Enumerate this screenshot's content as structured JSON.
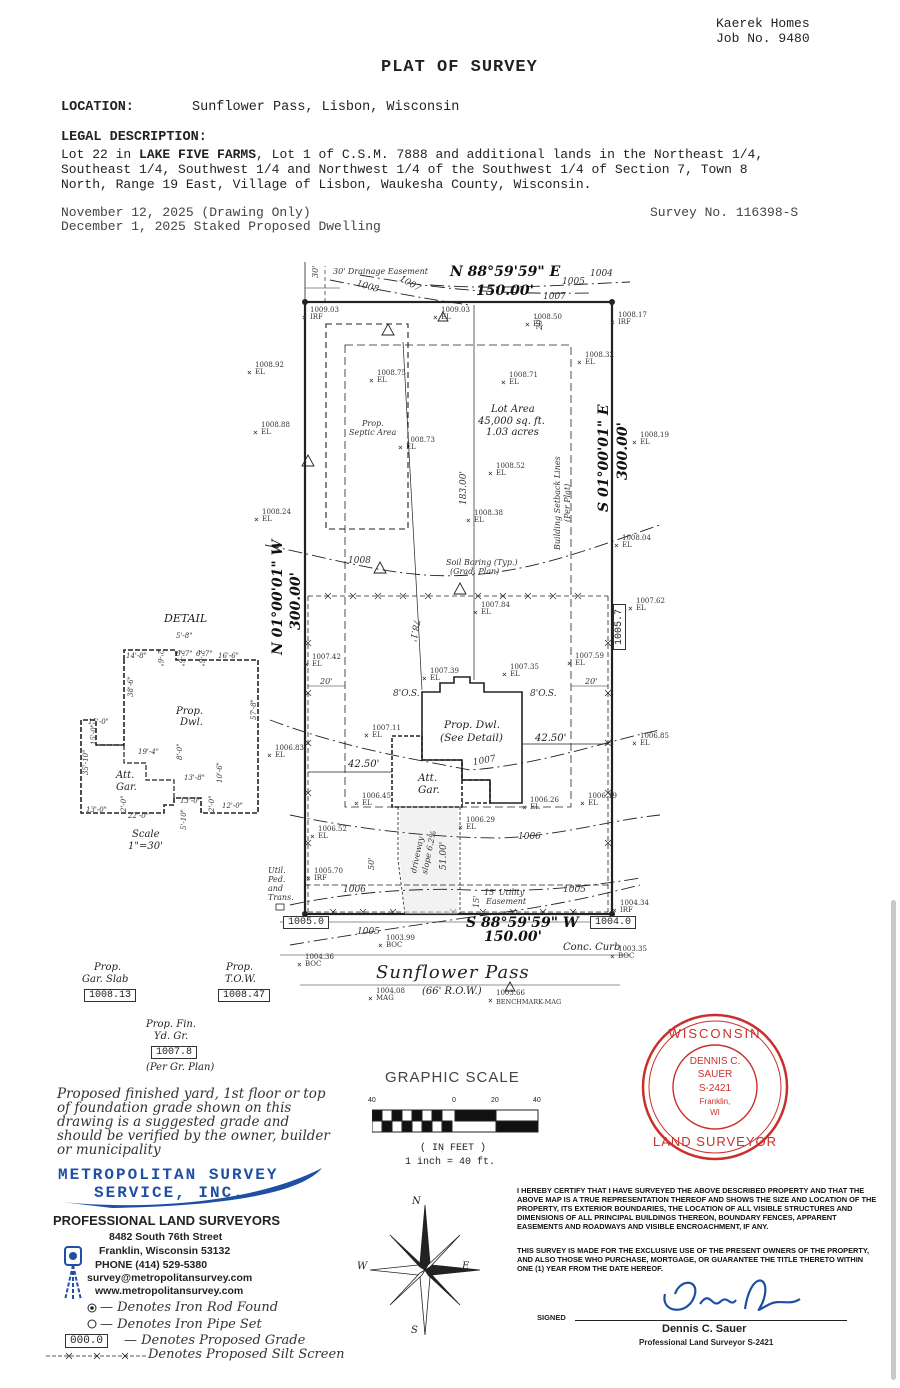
{
  "header": {
    "client": "Kaerek Homes",
    "job": "Job No. 9480",
    "title": "PLAT OF SURVEY",
    "location_label": "LOCATION:",
    "location_value": "Sunflower Pass, Lisbon, Wisconsin",
    "legal_label": "LEGAL DESCRIPTION:",
    "legal_line1_a": "Lot 22 in ",
    "legal_line1_b": "LAKE FIVE FARMS",
    "legal_line1_c": ", Lot 1 of C.S.M. 7888 and additional lands in the Northeast 1/4,",
    "legal_line2": "Southeast 1/4, Southwest 1/4 and Northwest 1/4 of the Southwest 1/4 of Section 7, Town 8",
    "legal_line3": "North, Range 19 East, Village of Lisbon, Waukesha County, Wisconsin.",
    "date1": "November 12, 2025 (Drawing Only)",
    "date2": "December 1, 2025 Staked Proposed Dwelling",
    "survey_no": "Survey No. 116398-S"
  },
  "plat": {
    "north_bearing": "N 88°59'59\" E",
    "north_dist": "150.00'",
    "south_bearing": "S 88°59'59\" W",
    "south_dist": "150.00'",
    "east_bearing": "S 01°00'01\" E",
    "east_dist": "300.00'",
    "west_bearing": "N 01°00'01\" W",
    "west_dist": "300.00'",
    "drainage": "30' Drainage Easement",
    "drainage_dim": "30'",
    "setback_dim": "20'",
    "lot_area_1": "Lot Area",
    "lot_area_2": "45,000 sq. ft.",
    "lot_area_3": "1.03 acres",
    "septic_1": "Prop.",
    "septic_2": "Septic Area",
    "setback_lines_1": "Building Setback Lines",
    "setback_lines_2": "(Per Plat)",
    "soil_1": "Soil Boring (Typ.)",
    "soil_2": "(Grad. Plan)",
    "dim_183": "183.00'",
    "dim_78": "78.1'",
    "dim_51": "51.00'",
    "dim_50": "50'",
    "dim_20l": "20'",
    "dim_20r": "20'",
    "dim_4250l": "42.50'",
    "dim_4250r": "42.50'",
    "os_l": "8'O.S.",
    "os_r": "8'O.S.",
    "dwl_1": "Prop. Dwl.",
    "dwl_2": "(See Detail)",
    "gar_1": "Att.",
    "gar_2": "Gar.",
    "driveway_1": "driveway",
    "driveway_2": "slope 6.2%",
    "util_easement_1": "15' Utility",
    "util_easement_2": "Easement",
    "util_dim": "15'",
    "util_ped": "Util.\nPed.\nand\nTrans.",
    "contour_1008": "1008",
    "contour_1007": "1007",
    "contour_1007b": "1007",
    "contour_1006": "1006",
    "contour_1006b": "1006",
    "contour_1005": "1005",
    "contour_1005b": "1005",
    "contour_1004": "1004",
    "contour_1008b": "1008",
    "contour_1007c": "1007",
    "box_1005_7": "1005.7",
    "box_1005_0": "1005.0",
    "box_1004_0": "1004.0",
    "street_name": "Sunflower Pass",
    "row": "(66' R.O.W.)",
    "curb": "Conc. Curb",
    "benchmark": "BENCHMARK-MAG",
    "elevs": [
      {
        "v": "1009.03",
        "t": "IRF"
      },
      {
        "v": "1009.03",
        "t": "EL"
      },
      {
        "v": "1008.50",
        "t": "EL"
      },
      {
        "v": "1008.17",
        "t": "IRF"
      },
      {
        "v": "1008.92",
        "t": "EL"
      },
      {
        "v": "1008.75",
        "t": "EL"
      },
      {
        "v": "1008.71",
        "t": "EL"
      },
      {
        "v": "1008.32",
        "t": "EL"
      },
      {
        "v": "1008.88",
        "t": "EL"
      },
      {
        "v": "1008.73",
        "t": "EL"
      },
      {
        "v": "1008.19",
        "t": "EL"
      },
      {
        "v": "1008.52",
        "t": "EL"
      },
      {
        "v": "1008.24",
        "t": "EL"
      },
      {
        "v": "1008.38",
        "t": "EL"
      },
      {
        "v": "1008.04",
        "t": "EL"
      },
      {
        "v": "1007.84",
        "t": "EL"
      },
      {
        "v": "1007.62",
        "t": "EL"
      },
      {
        "v": "1007.42",
        "t": "EL"
      },
      {
        "v": "1007.59",
        "t": "EL"
      },
      {
        "v": "1007.39",
        "t": "EL"
      },
      {
        "v": "1007.35",
        "t": "EL"
      },
      {
        "v": "1007.11",
        "t": "EL"
      },
      {
        "v": "1006.83",
        "t": "EL"
      },
      {
        "v": "1006.85",
        "t": "EL"
      },
      {
        "v": "1006.45",
        "t": "EL"
      },
      {
        "v": "1006.26",
        "t": "EL"
      },
      {
        "v": "1006.19",
        "t": "EL"
      },
      {
        "v": "1006.29",
        "t": "EL"
      },
      {
        "v": "1006.52",
        "t": "EL"
      },
      {
        "v": "1005.70",
        "t": "IRF"
      },
      {
        "v": "1004.34",
        "t": "IRF"
      },
      {
        "v": "1003.99",
        "t": "BOC"
      },
      {
        "v": "1004.36",
        "t": "BOC"
      },
      {
        "v": "1003.35",
        "t": "BOC"
      },
      {
        "v": "1004.08",
        "t": "MAG"
      },
      {
        "v": "1003.66",
        "t": ""
      }
    ]
  },
  "detail": {
    "title": "DETAIL",
    "dwl_1": "Prop.",
    "dwl_2": "Dwl.",
    "gar_1": "Att.",
    "gar_2": "Gar.",
    "scale_1": "Scale",
    "scale_2": "1\"=30'",
    "dims": [
      "5'-8\"",
      "14'-8\"",
      "2'-6\"",
      "6'-7\"",
      "2'-6\"",
      "6'-7\"",
      "2'-6\"",
      "16'-6\"",
      "38'-6\"",
      "15'-0\"",
      "15'-0\"",
      "57'-8\"",
      "19'-4\"",
      "35'-10\"",
      "8'-0\"",
      "13'-8\"",
      "10'-6\"",
      "13'-0\"",
      "2'-0\"",
      "22'-0\"",
      "13'-0\"",
      "5'-10\"",
      "2'-0\"",
      "12'-0\""
    ]
  },
  "grades": {
    "gar_slab_1": "Prop.",
    "gar_slab_2": "Gar. Slab",
    "gar_slab_val": "1008.13",
    "tow_1": "Prop.",
    "tow_2": "T.O.W.",
    "tow_val": "1008.47",
    "fin_1": "Prop. Fin.",
    "fin_2": "Yd. Gr.",
    "fin_val": "1007.8",
    "fin_note": "(Per Gr. Plan)"
  },
  "note": "Proposed finished yard, 1st floor or top of foundation grade shown on this drawing is a suggested grade and should be verified by the owner, builder or municipality",
  "scale": {
    "title": "GRAPHIC SCALE",
    "ticks": [
      "40",
      "0",
      "20",
      "40"
    ],
    "units": "( IN FEET )",
    "ratio": "1 inch = 40 ft."
  },
  "company": {
    "name1": "METROPOLITAN SURVEY",
    "name2": "SERVICE, INC.",
    "tagline": "PROFESSIONAL LAND SURVEYORS",
    "addr1": "8482 South 76th Street",
    "addr2": "Franklin, Wisconsin 53132",
    "phone": "PHONE (414) 529-5380",
    "email": "survey@metropolitansurvey.com",
    "web": "www.metropolitansurvey.com"
  },
  "legend": {
    "irf": "— Denotes Iron Rod Found",
    "ips": "— Denotes Iron Pipe Set",
    "grade_box": "000.0",
    "grade": "— Denotes Proposed Grade",
    "silt": "Denotes Proposed Silt Screen"
  },
  "compass": {
    "n": "N",
    "s": "S",
    "e": "E",
    "w": "W"
  },
  "cert": {
    "p1": "I HEREBY CERTIFY THAT I HAVE SURVEYED THE ABOVE DESCRIBED PROPERTY AND THAT THE ABOVE MAP IS A TRUE REPRESENTATION THEREOF AND SHOWS THE SIZE AND LOCATION OF THE PROPERTY, ITS EXTERIOR BOUNDARIES, THE LOCATION OF ALL VISIBLE STRUCTURES AND DIMENSIONS OF ALL PRINCIPAL BUILDINGS THEREON, BOUNDARY FENCES, APPARENT EASEMENTS AND ROADWAYS AND VISIBLE ENCROACHMENT, IF ANY.",
    "p2": "THIS SURVEY IS MADE FOR THE EXCLUSIVE USE OF THE PRESENT OWNERS OF THE PROPERTY, AND ALSO THOSE WHO PURCHASE, MORTGAGE, OR GUARANTEE THE TITLE THERETO WITHIN ONE (1) YEAR FROM THE DATE HEREOF.",
    "signed": "SIGNED",
    "name": "Dennis C. Sauer",
    "title": "Professional Land Surveyor S-2421"
  },
  "seal": {
    "top": "WISCONSIN",
    "bottom": "LAND SURVEYOR",
    "n1": "DENNIS C.",
    "n2": "SAUER",
    "n3": "S-2421",
    "n4": "Franklin,",
    "n5": "WI"
  },
  "colors": {
    "seal": "#c9302c",
    "blue": "#1f4fa3",
    "line": "#222222"
  }
}
